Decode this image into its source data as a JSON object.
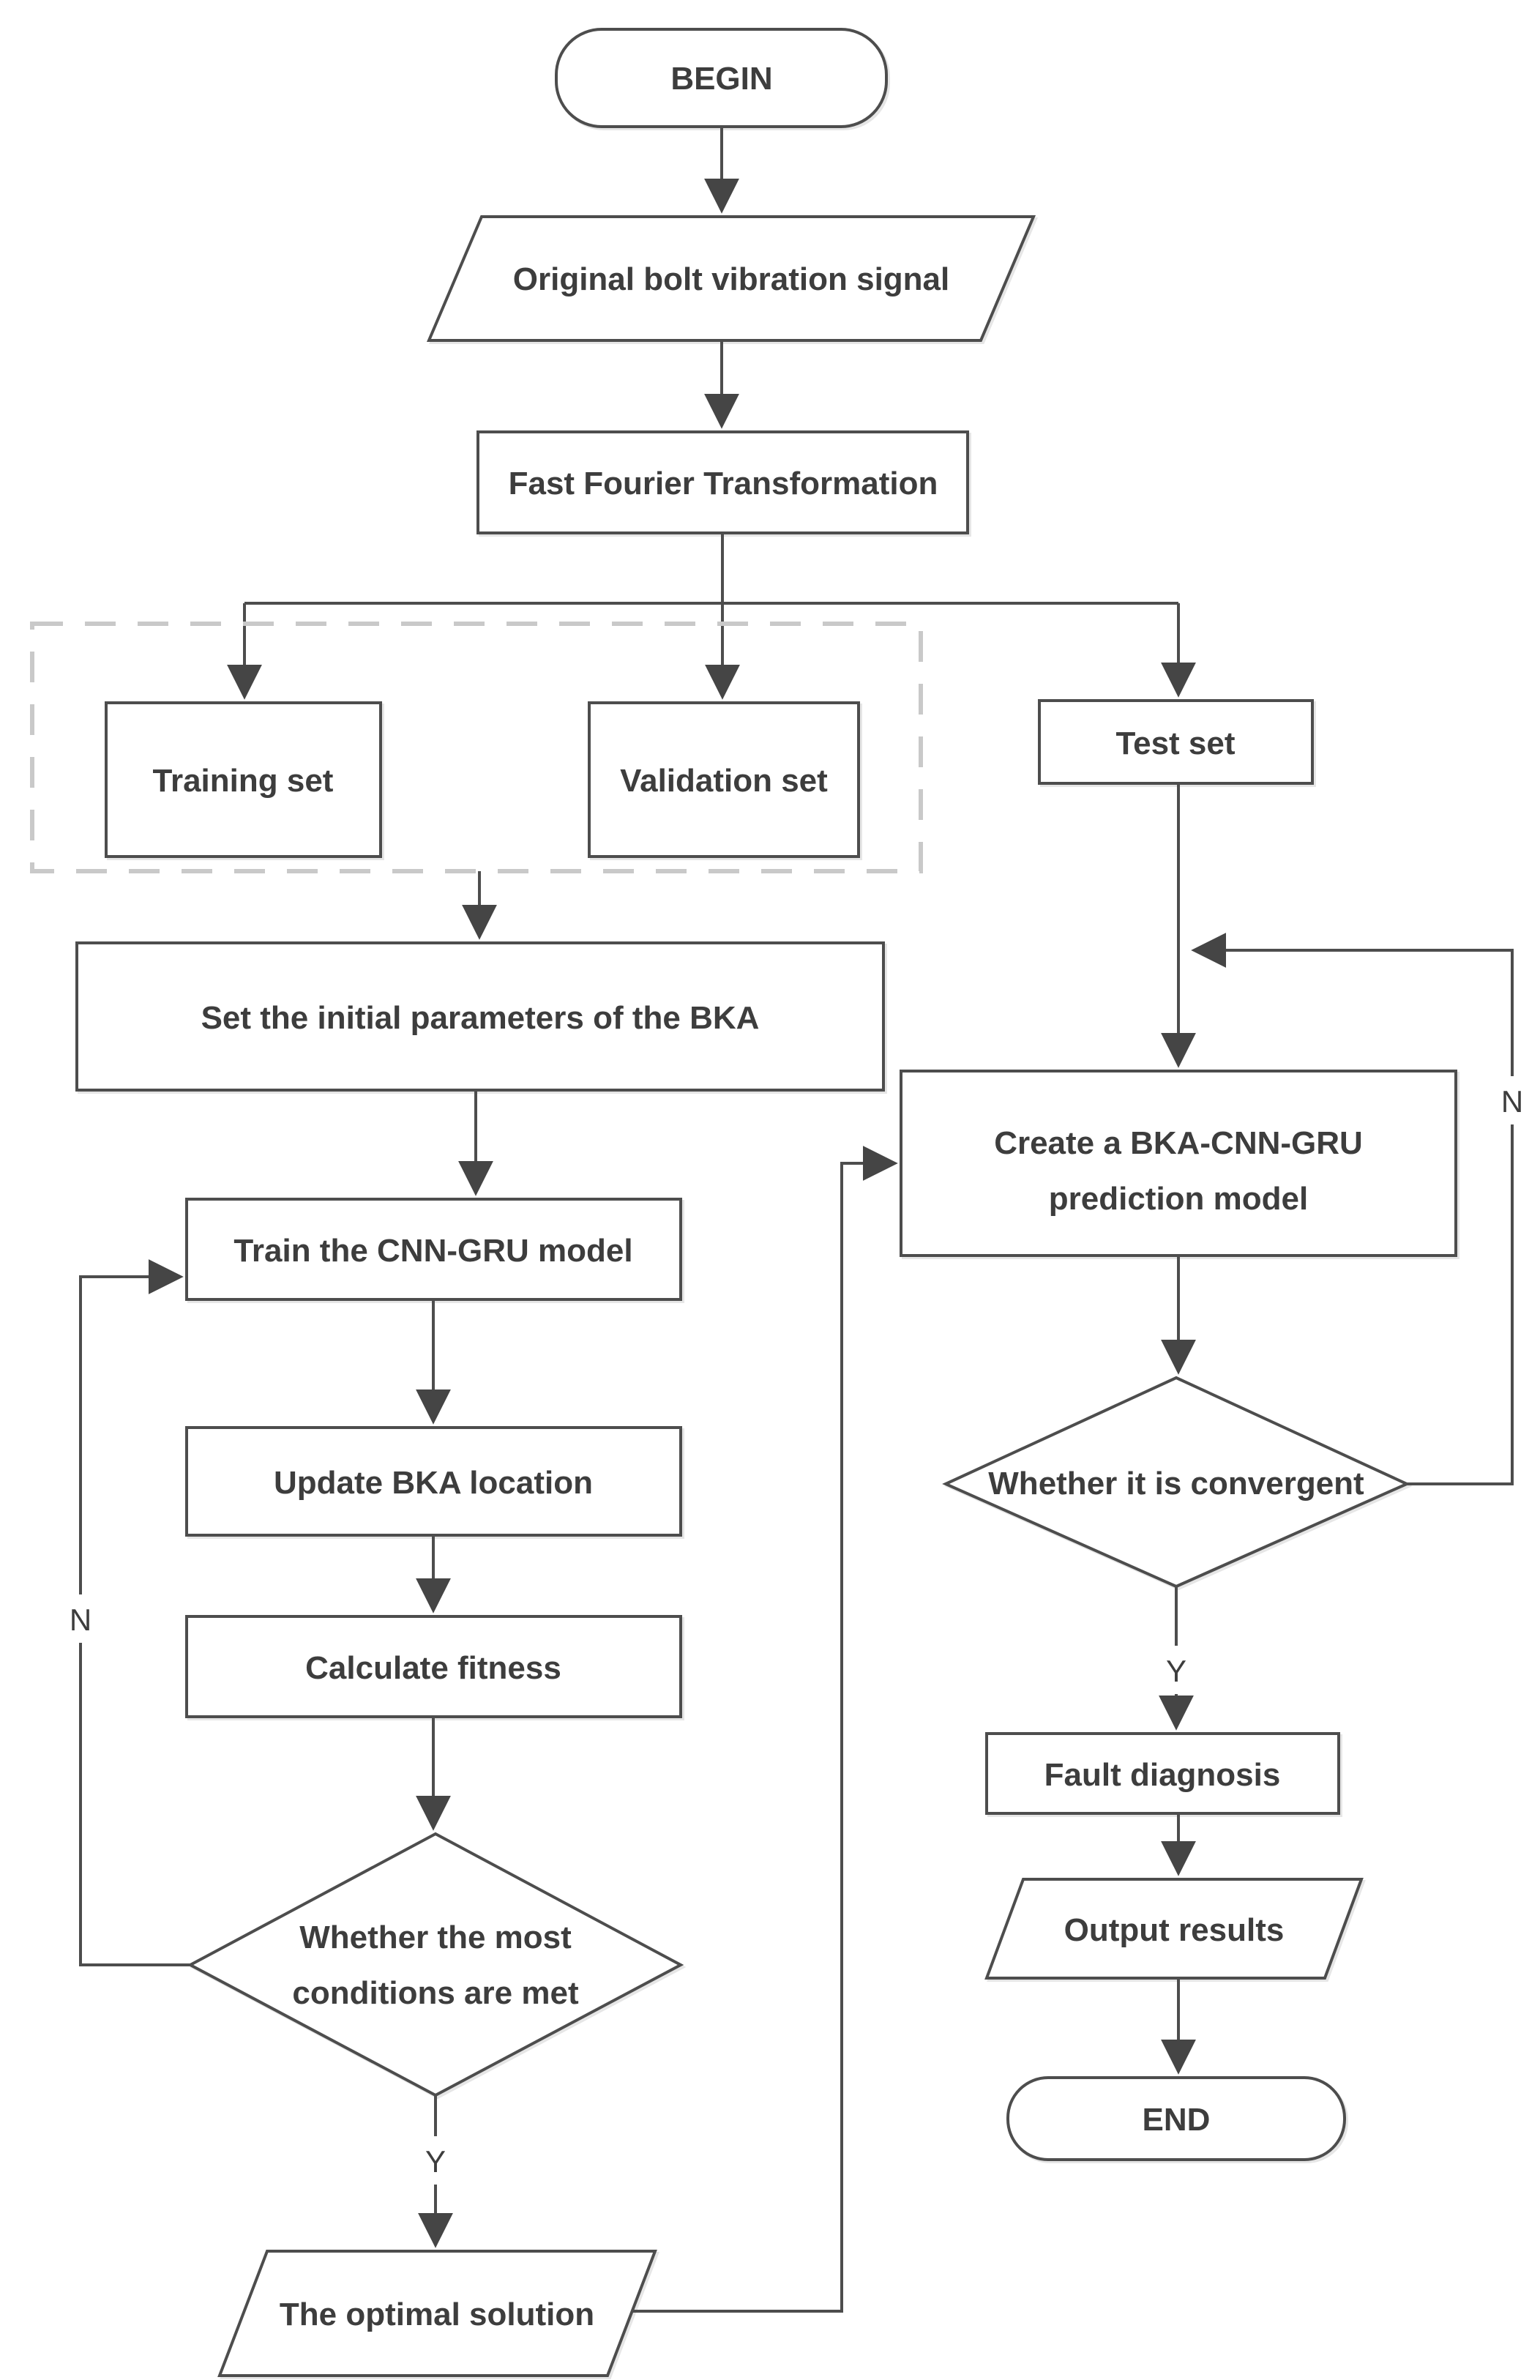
{
  "diagram": {
    "type": "flowchart",
    "nodes": {
      "begin": "BEGIN",
      "original_signal": "Original bolt vibration signal",
      "fft": "Fast Fourier Transformation",
      "training_set": "Training set",
      "validation_set": "Validation set",
      "test_set": "Test set",
      "set_initial_params": "Set the initial parameters of the BKA",
      "train_model": "Train the CNN-GRU model",
      "update_location": "Update BKA location",
      "calculate_fitness": "Calculate fitness",
      "conditions_met_line1": "Whether the most",
      "conditions_met_line2": "conditions are met",
      "optimal_solution": "The optimal solution",
      "create_model_line1": "Create a BKA-CNN-GRU",
      "create_model_line2": "prediction model",
      "convergent": "Whether it is convergent",
      "fault_diagnosis": "Fault diagnosis",
      "output_results": "Output results",
      "end": "END"
    },
    "edge_labels": {
      "loop_left_no": "N",
      "decision_left_yes": "Y",
      "decision_right_yes": "Y",
      "loop_right_no": "N"
    },
    "colors": {
      "stroke": "#4d4d4d",
      "arrow": "#454545",
      "dashed": "#c9c9c9",
      "text": "#3d3d3d",
      "background": "#ffffff"
    }
  }
}
